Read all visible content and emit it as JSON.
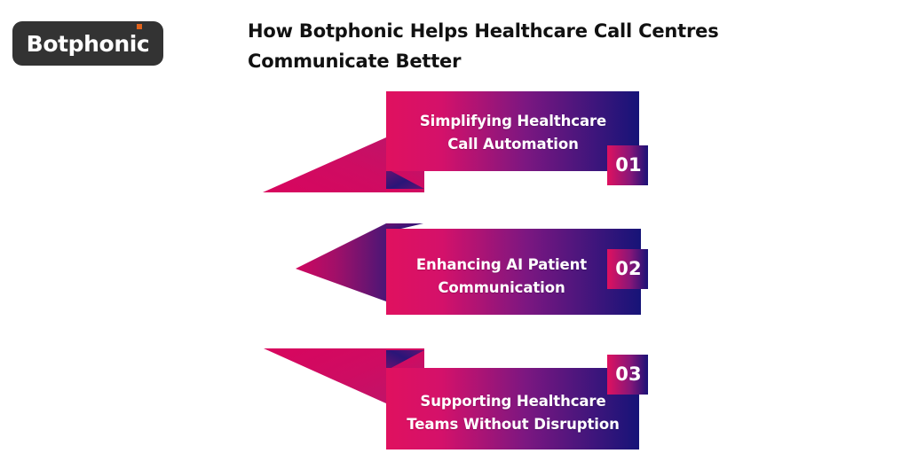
{
  "brand": {
    "logo_text": "Botphonic",
    "logo_bg_color": "#333333",
    "logo_dot_color": "#E2631C",
    "logo_dot_name": "orange-square-dot"
  },
  "header": {
    "title": "How Botphonic Helps Healthcare Call Centres Communicate Better",
    "title_line1": "How Botphonic Helps Healthcare Call Centres",
    "title_line2": "Communicate Better",
    "title_color": "#111111"
  },
  "palette": {
    "pink": "#E0115F",
    "magenta": "#D6006C",
    "deep_pink": "#C2185B",
    "purple": "#6A1A6E",
    "navy": "#161478",
    "dark_navy": "#12106B",
    "white": "#FFFFFF"
  },
  "banners": [
    {
      "number": "01",
      "text": "Simplifying Healthcare Call Automation",
      "line1": "Simplifying Healthcare",
      "line2": "Call Automation",
      "tail_direction": "down-left",
      "badge_position": "bottom-right"
    },
    {
      "number": "02",
      "text": "Enhancing AI Patient Communication",
      "line1": "Enhancing AI Patient",
      "line2": "Communication",
      "tail_direction": "left-arrow",
      "badge_position": "middle-right"
    },
    {
      "number": "03",
      "text": "Supporting Healthcare Teams Without Disruption",
      "line1": "Supporting Healthcare",
      "line2": "Teams Without Disruption",
      "tail_direction": "up-left",
      "badge_position": "top-right"
    }
  ]
}
